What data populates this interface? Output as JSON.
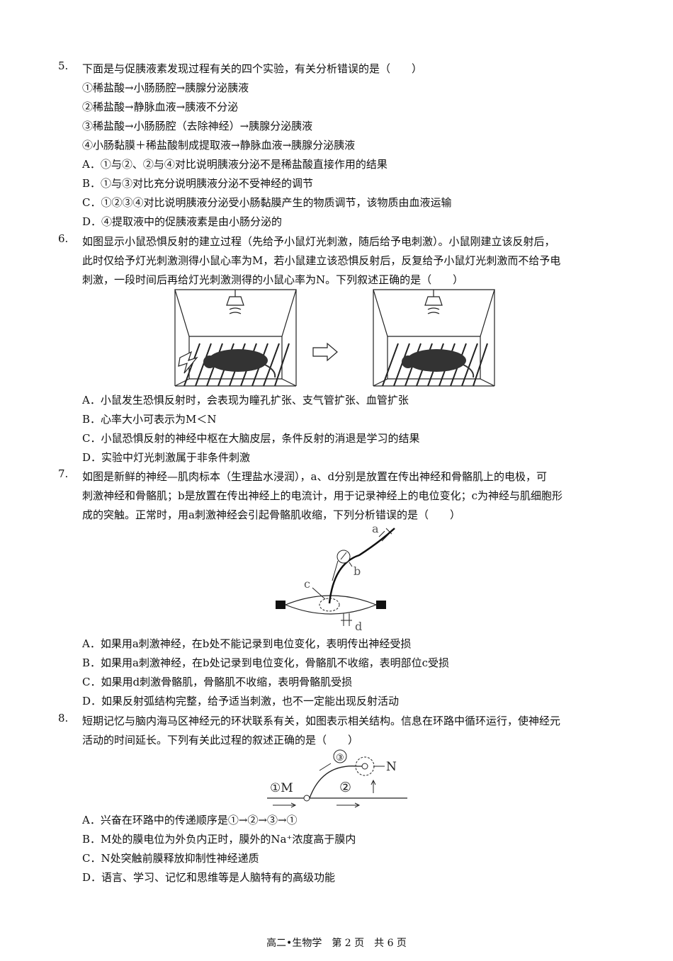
{
  "q5": {
    "num": "5.",
    "stem": "下面是与促胰液素发现过程有关的四个实验，有关分析错误的是（　　）",
    "items": [
      "①稀盐酸→小肠肠腔→胰腺分泌胰液",
      "②稀盐酸→静脉血液→胰液不分泌",
      "③稀盐酸→小肠肠腔（去除神经）→胰腺分泌胰液",
      "④小肠黏膜＋稀盐酸制成提取液→静脉血液→胰腺分泌胰液"
    ],
    "options": [
      "A．①与②、②与④对比说明胰液分泌不是稀盐酸直接作用的结果",
      "B．①与③对比充分说明胰液分泌不受神经的调节",
      "C．①②③④对比说明胰液分泌受小肠黏膜产生的物质调节，该物质由血液运输",
      "D．④提取液中的促胰液素是由小肠分泌的"
    ]
  },
  "q6": {
    "num": "6.",
    "stem_lines": [
      "如图显示小鼠恐惧反射的建立过程（先给予小鼠灯光刺激，随后给予电刺激）。小鼠刚建立该反射后，",
      "此时仅给予灯光刺激测得小鼠心率为M，若小鼠建立该恐惧反射后，反复给予小鼠灯光刺激而不给予电",
      "刺激，一段时间后再给灯光刺激测得的小鼠心率为N。下列叙述正确的是（　　）"
    ],
    "options": [
      "A．小鼠发生恐惧反射时，会表现为瞳孔扩张、支气管扩张、血管扩张",
      "B．心率大小可表示为M＜N",
      "C．小鼠恐惧反射的神经中枢在大脑皮层，条件反射的消退是学习的结果",
      "D．实验中灯光刺激属于非条件刺激"
    ]
  },
  "q7": {
    "num": "7.",
    "stem_lines": [
      "如图是新鲜的神经—肌肉标本（生理盐水浸润），a、d分别是放置在传出神经和骨骼肌上的电极，可",
      "刺激神经和骨骼肌；b是放置在传出神经上的电流计，用于记录神经上的电位变化；c为神经与肌细胞形",
      "成的突触。正常时，用a刺激神经会引起骨骼肌收缩，下列分析错误的是（　　）"
    ],
    "fig_labels": {
      "a": "a",
      "b": "b",
      "c": "c",
      "d": "d"
    },
    "options": [
      "A．如果用a刺激神经，在b处不能记录到电位变化，表明传出神经受损",
      "B．如果用a刺激神经，在b处记录到电位变化，骨骼肌不收缩，表明部位c受损",
      "C．如果用d刺激骨骼肌，骨骼肌不收缩，表明骨骼肌受损",
      "D．如果反射弧结构完整，给予适当刺激，也不一定能出现反射活动"
    ]
  },
  "q8": {
    "num": "8.",
    "stem_lines": [
      "短期记忆与脑内海马区神经元的环状联系有关，如图表示相关结构。信息在环路中循环运行，使神经元",
      "活动的时间延长。下列有关此过程的叙述正确的是（　　）"
    ],
    "fig_labels": {
      "m": "①M",
      "two": "②",
      "three": "③",
      "n": "N"
    },
    "options": [
      "A．兴奋在环路中的传递顺序是①→②→③→①",
      "B．M处的膜电位为外负内正时，膜外的Na⁺浓度高于膜内",
      "C．N处突触前膜释放抑制性神经递质",
      "D．语言、学习、记忆和思维等是人脑特有的高级功能"
    ]
  },
  "footer": "高二•生物学　第 2 页　共 6 页"
}
